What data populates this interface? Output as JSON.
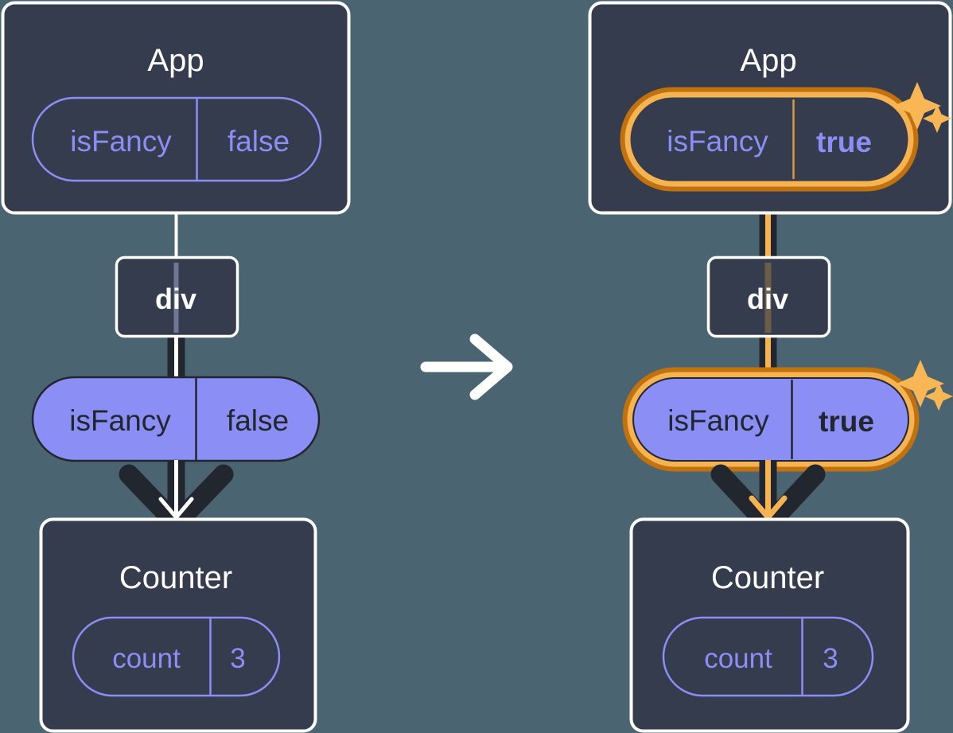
{
  "background_color": "#4a6471",
  "theme": {
    "panel_fill": "#353c4d",
    "panel_stroke": "#ffffff",
    "pill_outline_stroke": "#8b8ef5",
    "pill_outline_text": "#8b8ef5",
    "pill_filled_fill": "#8b8ef5",
    "pill_filled_text": "#22262f",
    "pill_filled_stroke": "#22262f",
    "highlight_outer": "#c2710f",
    "highlight_inner": "#f6b352",
    "sparkle_color": "#f8b655",
    "edge_dark": "#22262f",
    "edge_inner_left": "#ffffff",
    "edge_inner_right": "#f6b352",
    "title_text": "#ffffff",
    "div_text": "#ffffff"
  },
  "transition_arrow": {
    "icon": "arrow-right-icon",
    "color": "#ffffff"
  },
  "panels": [
    {
      "id": "before",
      "side": "left",
      "app": {
        "title": "App",
        "prop": {
          "name": "isFancy",
          "value": "false",
          "style": "outline",
          "highlighted": false,
          "bold_value": false
        }
      },
      "div": {
        "label": "div"
      },
      "passed_prop": {
        "name": "isFancy",
        "value": "false",
        "style": "filled",
        "highlighted": false,
        "bold_value": false
      },
      "counter": {
        "title": "Counter",
        "state": {
          "name": "count",
          "value": "3",
          "style": "outline",
          "highlighted": false,
          "bold_value": false
        }
      },
      "sparkles": false
    },
    {
      "id": "after",
      "side": "right",
      "app": {
        "title": "App",
        "prop": {
          "name": "isFancy",
          "value": "true",
          "style": "outline",
          "highlighted": true,
          "bold_value": true
        }
      },
      "div": {
        "label": "div"
      },
      "passed_prop": {
        "name": "isFancy",
        "value": "true",
        "style": "filled",
        "highlighted": true,
        "bold_value": true
      },
      "counter": {
        "title": "Counter",
        "state": {
          "name": "count",
          "value": "3",
          "style": "outline",
          "highlighted": false,
          "bold_value": false
        }
      },
      "sparkles": true
    }
  ]
}
